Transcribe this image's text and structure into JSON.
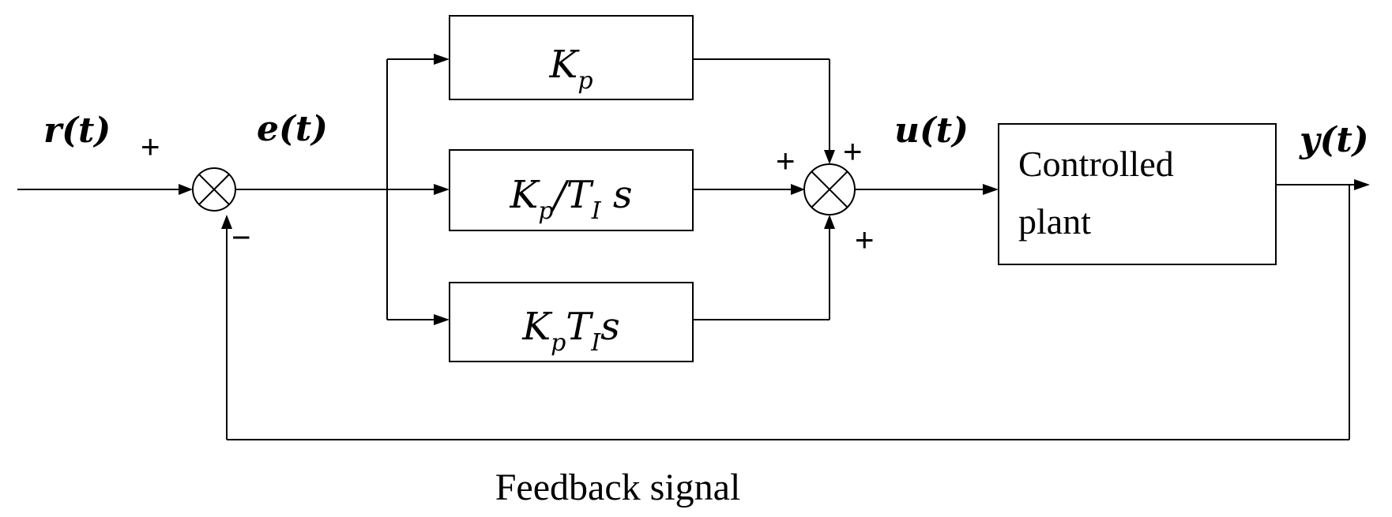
{
  "signals": {
    "reference": "r(t)",
    "error": "e(t)",
    "control": "u(t)",
    "output": "y(t)"
  },
  "signs": {
    "reference_plus": "+",
    "feedback_minus": "−",
    "sum_p_plus": "+",
    "sum_i_plus": "+",
    "sum_d_plus": "+"
  },
  "blocks": {
    "proportional": {
      "main": "K",
      "sub": "p"
    },
    "integral": {
      "k": "K",
      "k_sub": "p",
      "slash": "/",
      "t": "T",
      "t_sub": "I",
      "s": " s"
    },
    "derivative": {
      "k": "K",
      "k_sub": "p",
      "t": "T",
      "t_sub": "I",
      "s": "s"
    },
    "plant": {
      "line1": "Controlled",
      "line2": "plant"
    }
  },
  "caption": "Feedback signal"
}
